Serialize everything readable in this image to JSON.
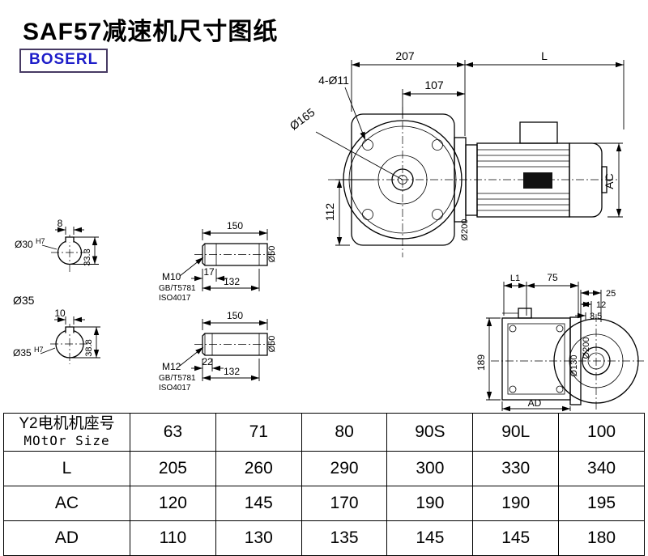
{
  "title": "SAF57减速机尺寸图纸",
  "logo": "BOSERL",
  "front_view": {
    "dim_top_width": "207",
    "dim_motor_length": "L",
    "dim_107": "107",
    "holes_label": "4-Ø11",
    "flange_dia": "Ø165",
    "dim_center_height": "112",
    "dim_motor_height": "AC",
    "flange_od": "Ø200"
  },
  "bore_top": {
    "dim_keyway_width": "8",
    "bore": "Ø30",
    "tolerance": "H7",
    "dim_keyway_depth": "33.3"
  },
  "shaft_dia_label": "Ø35",
  "bore_bottom": {
    "dim_keyway_width": "10",
    "bore": "Ø35",
    "tolerance": "H7",
    "dim_keyway_depth": "38.8"
  },
  "shaft_detail_top": {
    "dim_length": "150",
    "thread": "M10",
    "standard_gb": "GB/T5781",
    "standard_iso": "ISO4017",
    "dim_thread_len": "17",
    "dim_usable_len": "132",
    "dia": "Ø50"
  },
  "shaft_detail_bottom": {
    "dim_length": "150",
    "thread": "M12",
    "standard_gb": "GB/T5781",
    "standard_iso": "ISO4017",
    "dim_thread_len": "22",
    "dim_usable_len": "132",
    "dia": "Ø50"
  },
  "side_view": {
    "dim_l1": "L1",
    "dim_75": "75",
    "dim_25": "25",
    "dim_12": "12",
    "dim_3_5": "3.5",
    "dim_height": "189",
    "dia_130": "Ø130",
    "dia_200": "Ø200",
    "dim_ad": "AD"
  },
  "table": {
    "header": {
      "label_cn": "Y2电机机座号",
      "label_en": "MOtOr Size",
      "values": [
        "63",
        "71",
        "80",
        "90S",
        "90L",
        "100"
      ]
    },
    "rows": [
      {
        "label": "L",
        "values": [
          "205",
          "260",
          "290",
          "300",
          "330",
          "340"
        ]
      },
      {
        "label": "AC",
        "values": [
          "120",
          "145",
          "170",
          "190",
          "190",
          "195"
        ]
      },
      {
        "label": "AD",
        "values": [
          "110",
          "130",
          "135",
          "145",
          "145",
          "180"
        ]
      }
    ]
  }
}
